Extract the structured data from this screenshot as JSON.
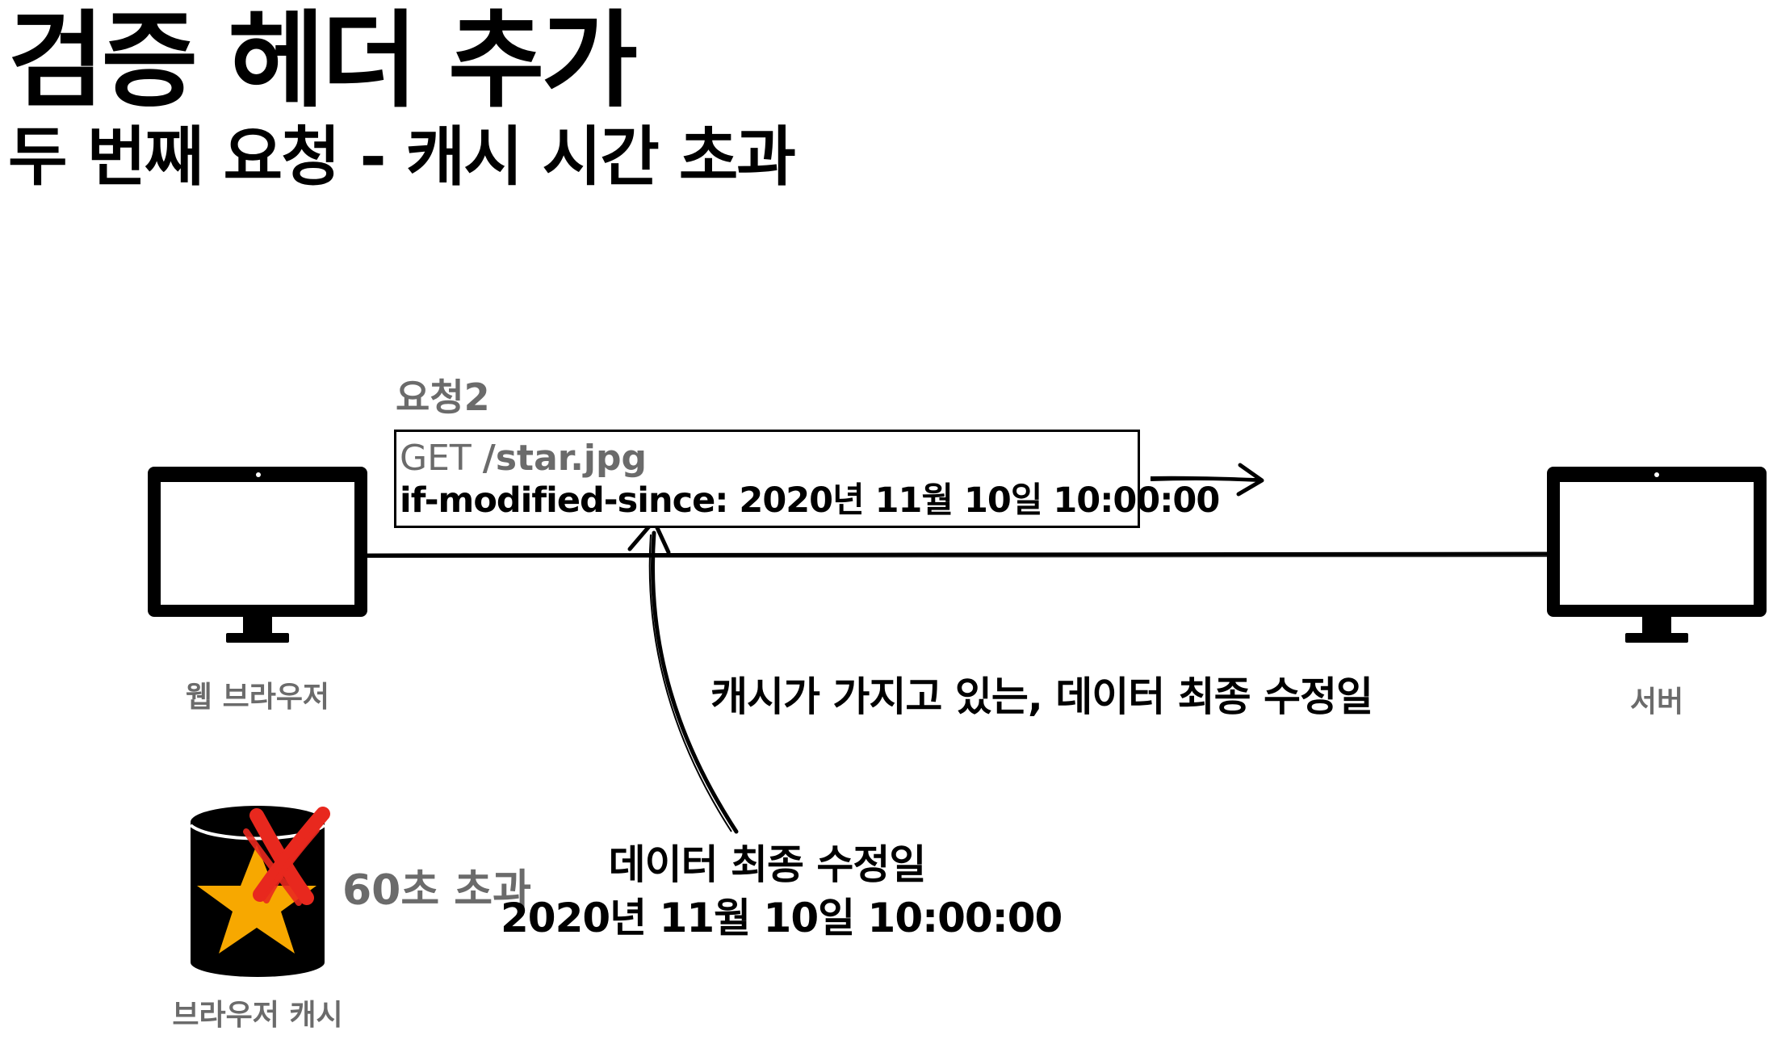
{
  "slide": {
    "title": "검증 헤더 추가",
    "subtitle": "두 번째 요청 - 캐시 시간 초과"
  },
  "request": {
    "label": "요청2",
    "method": "GET",
    "path": "/star.jpg",
    "header_line": "if-modified-since: 2020년 11월 10일 10:00:00"
  },
  "client": {
    "label": "웹 브라우저",
    "icon": "monitor-icon"
  },
  "server": {
    "label": "서버",
    "icon": "monitor-icon"
  },
  "cache": {
    "label": "브라우저 캐시",
    "status": "60초 초과",
    "icon": "database-star-icon",
    "status_icon": "red-x-icon",
    "star_color": "#F7A800",
    "x_color": "#E8281E"
  },
  "annotations": {
    "cached_date_note": "캐시가 가지고 있는, 데이터 최종 수정일",
    "last_modified_label": "데이터 최종 수정일",
    "last_modified_value": "2020년 11월 10일 10:00:00"
  }
}
